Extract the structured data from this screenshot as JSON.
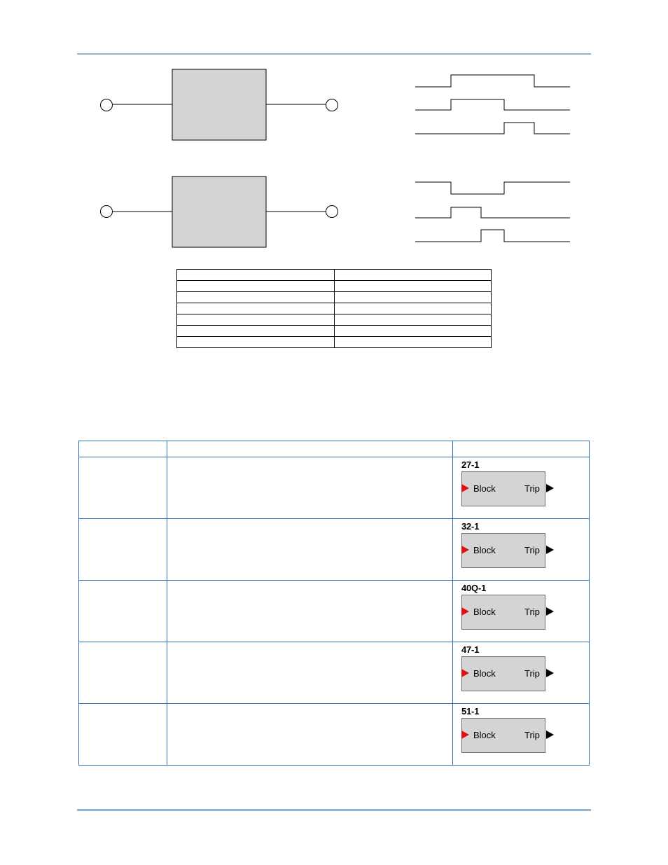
{
  "colors": {
    "rule": "#8fb2d0",
    "table_border": "#2e6fb8",
    "logic_box_fill": "#d4d4d4",
    "block_input": "#e01010",
    "trip_output": "#000000"
  },
  "small_table": {
    "rows": [
      [
        "",
        ""
      ],
      [
        "",
        ""
      ],
      [
        "",
        ""
      ],
      [
        "",
        ""
      ],
      [
        "",
        ""
      ],
      [
        "",
        ""
      ],
      [
        "",
        ""
      ]
    ]
  },
  "main_table": {
    "headers": [
      "",
      "",
      ""
    ],
    "rows": [
      {
        "col1": "",
        "col2": "",
        "element": {
          "name": "27-1",
          "input": "Block",
          "output": "Trip"
        }
      },
      {
        "col1": "",
        "col2": "",
        "element": {
          "name": "32-1",
          "input": "Block",
          "output": "Trip"
        }
      },
      {
        "col1": "",
        "col2": "",
        "element": {
          "name": "40Q-1",
          "input": "Block",
          "output": "Trip"
        }
      },
      {
        "col1": "",
        "col2": "",
        "element": {
          "name": "47-1",
          "input": "Block",
          "output": "Trip"
        }
      },
      {
        "col1": "",
        "col2": "",
        "element": {
          "name": "51-1",
          "input": "Block",
          "output": "Trip"
        }
      }
    ]
  }
}
